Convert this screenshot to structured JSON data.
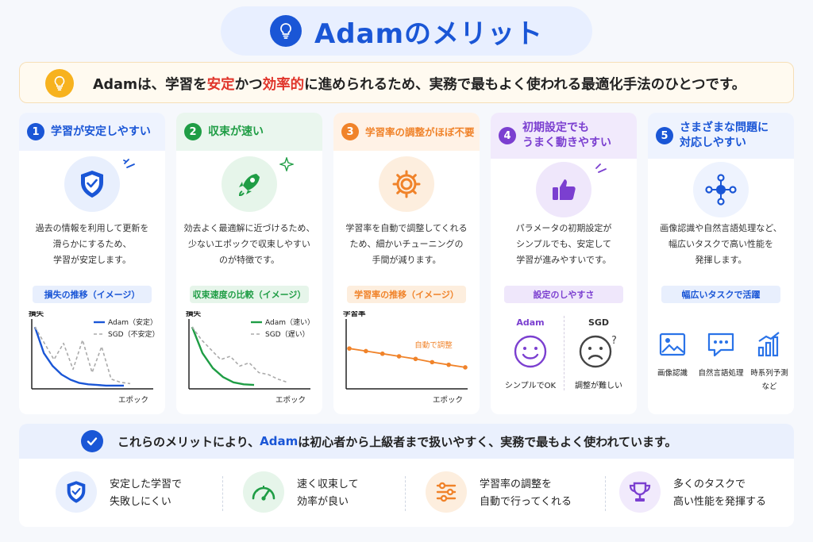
{
  "header": {
    "title": "Adamのメリット"
  },
  "intro": {
    "prefix": "Adamは、学習を",
    "hl1": "安定",
    "mid1": "かつ",
    "hl2": "効率的",
    "suffix": "に進められるため、実務で最もよく使われる最適化手法のひとつです。"
  },
  "colors": {
    "blue": "#1a56d6",
    "green": "#1f9d45",
    "orange": "#f0832a",
    "purple": "#7b3fd0",
    "red": "#e0342a"
  },
  "cards": [
    {
      "num": "1",
      "title_lines": [
        "学習が安定しやすい"
      ],
      "icon": "shield-check-icon",
      "desc": [
        "過去の情報を利用して更新を",
        "滑らかにするため、",
        "学習が安定します。"
      ],
      "tag": "損失の推移（イメージ）",
      "chart_labels": {
        "ylabel": "損失",
        "xlabel": "エポック",
        "legend1": "Adam（安定）",
        "legend2": "SGD（不安定）"
      }
    },
    {
      "num": "2",
      "title_lines": [
        "収束が速い"
      ],
      "icon": "rocket-icon",
      "desc": [
        "効去よく最適解に近づけるため、",
        "少ないエポックで収束しやすい",
        "のが特徴です。"
      ],
      "tag": "収束速度の比較（イメージ）",
      "chart_labels": {
        "ylabel": "損失",
        "xlabel": "エポック",
        "legend1": "Adam（速い）",
        "legend2": "SGD（遅い）"
      }
    },
    {
      "num": "3",
      "title_lines": [
        "学習率の調整がほぼ不要"
      ],
      "icon": "gear-icon",
      "desc": [
        "学習率を自動で調整してくれる",
        "ため、細かいチューニングの",
        "手間が減ります。"
      ],
      "tag": "学習率の推移（イメージ）",
      "chart_labels": {
        "ylabel": "学習率",
        "xlabel": "エポック",
        "annotation": "自動で調整"
      }
    },
    {
      "num": "4",
      "title_lines": [
        "初期設定でも",
        "うまく動きやすい"
      ],
      "icon": "thumbs-up-icon",
      "desc": [
        "パラメータの初期設定が",
        "シンプルでも、安定して",
        "学習が進みやすいです。"
      ],
      "tag": "設定のしやすさ",
      "compare": {
        "left_name": "Adam",
        "left_caption": "シンプルでOK",
        "right_name": "SGD",
        "right_caption": "調整が難しい"
      }
    },
    {
      "num": "5",
      "title_lines": [
        "さまざまな問題に",
        "対応しやすい"
      ],
      "icon": "network-icon",
      "desc": [
        "画像認識や自然言語処理など、",
        "幅広いタスクで高い性能を",
        "発揮します。"
      ],
      "tag": "幅広いタスクで活躍",
      "tasks": [
        {
          "label_lines": [
            "画像認識"
          ],
          "icon": "image-icon"
        },
        {
          "label_lines": [
            "自然言語処理"
          ],
          "icon": "chat-icon"
        },
        {
          "label_lines": [
            "時系列予測",
            "など"
          ],
          "icon": "bar-chart-icon"
        }
      ]
    }
  ],
  "chart_data": [
    {
      "type": "line",
      "title": "損失の推移（イメージ）",
      "xlabel": "エポック",
      "ylabel": "損失",
      "series": [
        {
          "name": "Adam（安定）",
          "values": [
            0.95,
            0.55,
            0.35,
            0.22,
            0.14,
            0.09,
            0.07,
            0.06,
            0.05,
            0.05,
            0.05
          ]
        },
        {
          "name": "SGD（不安定）",
          "values": [
            0.95,
            0.7,
            0.45,
            0.7,
            0.3,
            0.75,
            0.25,
            0.65,
            0.15,
            0.1,
            0.08
          ]
        }
      ]
    },
    {
      "type": "line",
      "title": "収束速度の比較（イメージ）",
      "xlabel": "エポック",
      "ylabel": "損失",
      "series": [
        {
          "name": "Adam（速い）",
          "values": [
            0.95,
            0.55,
            0.32,
            0.18,
            0.1,
            0.07,
            0.06
          ]
        },
        {
          "name": "SGD（遅い）",
          "values": [
            0.95,
            0.75,
            0.6,
            0.45,
            0.5,
            0.35,
            0.4,
            0.25,
            0.22,
            0.15,
            0.1
          ]
        }
      ]
    },
    {
      "type": "line",
      "title": "学習率の推移（イメージ）",
      "xlabel": "エポック",
      "ylabel": "学習率",
      "series": [
        {
          "name": "",
          "values": [
            0.62,
            0.58,
            0.54,
            0.5,
            0.46,
            0.41,
            0.37,
            0.33
          ]
        }
      ]
    }
  ],
  "summary": {
    "prefix": "これらのメリットにより、",
    "highlight": "Adam",
    "suffix": " は初心者から上級者まで扱いやすく、実務で最もよく使われています。"
  },
  "benefits": [
    {
      "lines": [
        "安定した学習で",
        "失敗しにくい"
      ],
      "icon": "shield-check-icon"
    },
    {
      "lines": [
        "速く収束して",
        "効率が良い"
      ],
      "icon": "speedometer-icon"
    },
    {
      "lines": [
        "学習率の調整を",
        "自動で行ってくれる"
      ],
      "icon": "sliders-icon"
    },
    {
      "lines": [
        "多くのタスクで",
        "高い性能を発揮する"
      ],
      "icon": "trophy-icon"
    }
  ]
}
